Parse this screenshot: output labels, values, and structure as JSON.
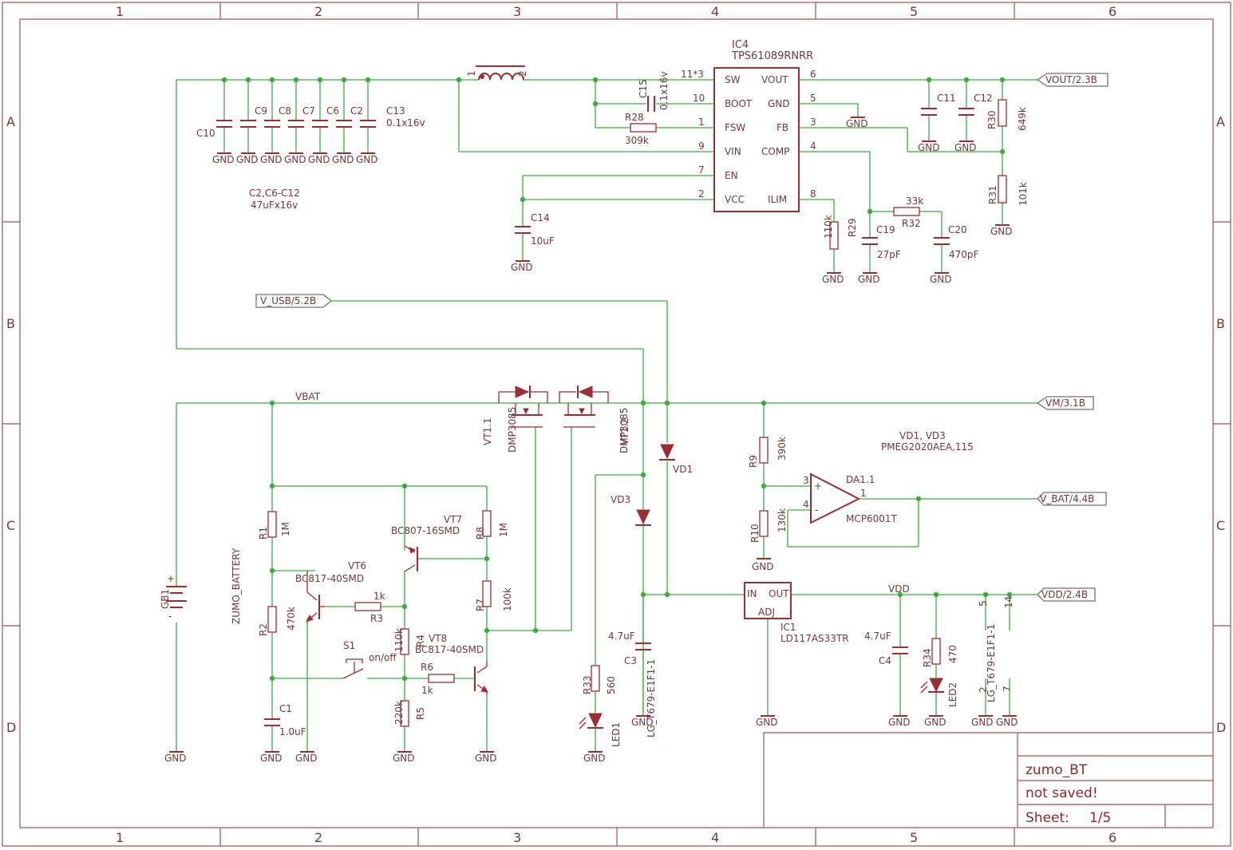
{
  "frame": {
    "columns": [
      "1",
      "2",
      "3",
      "4",
      "5",
      "6"
    ],
    "rows": [
      "A",
      "B",
      "C",
      "D"
    ]
  },
  "title_block": {
    "title": "zumo_BT",
    "status": "not saved!",
    "sheet_label": "Sheet:",
    "sheet_value": "1/5"
  },
  "nets": {
    "vout": "VOUT/2.3B",
    "v_usb": "V_USB/5.2B",
    "vm": "VM/3.1B",
    "v_bat": "V_BAT/4.4B",
    "vdd_port": "VDD/2.4B",
    "vbat": "VBAT",
    "vdd": "VDD",
    "gnd": "GND"
  },
  "ic4": {
    "ref": "IC4",
    "part": "TPS61089RNRR",
    "pins_left": [
      {
        "name": "SW",
        "num": "11*3"
      },
      {
        "name": "BOOT",
        "num": "10"
      },
      {
        "name": "FSW",
        "num": "1"
      },
      {
        "name": "VIN",
        "num": "9"
      },
      {
        "name": "EN",
        "num": "7"
      },
      {
        "name": "VCC",
        "num": "2"
      }
    ],
    "pins_right": [
      {
        "name": "VOUT",
        "num": "6"
      },
      {
        "name": "GND",
        "num": "5"
      },
      {
        "name": "FB",
        "num": "3"
      },
      {
        "name": "COMP",
        "num": "4"
      },
      {
        "name": "ILIM",
        "num": "8"
      }
    ]
  },
  "inductor": {
    "pin1": "1",
    "pin2": "2"
  },
  "input_caps": {
    "refs": [
      "C10",
      "C9",
      "C8",
      "C7",
      "C6",
      "C2",
      "C13"
    ],
    "c13_value": "0.1x16v",
    "group_label": "C2,C6-C12",
    "group_value": "47uFx16v"
  },
  "c15": {
    "ref": "C15",
    "value": "0.1x16v"
  },
  "r28": {
    "ref": "R28",
    "value": "309k"
  },
  "c14": {
    "ref": "C14",
    "value": "10uF"
  },
  "c11": {
    "ref": "C11"
  },
  "c12": {
    "ref": "C12"
  },
  "r30": {
    "ref": "R30",
    "value": "649k"
  },
  "r31": {
    "ref": "R31",
    "value": "101k"
  },
  "r29": {
    "ref": "R29",
    "value": "110k"
  },
  "r32": {
    "ref": "R32",
    "value": "33k"
  },
  "c19": {
    "ref": "C19",
    "value": "27pF"
  },
  "c20": {
    "ref": "C20",
    "value": "470pF"
  },
  "vt1": {
    "ref1": "VT1.1",
    "part1": "DMP3085",
    "ref2": "VT1.2",
    "part2": "DMP3085"
  },
  "vd1": {
    "ref": "VD1"
  },
  "vd3": {
    "ref": "VD3"
  },
  "vd_note": {
    "refs": "VD1, VD3",
    "part": "PMEG2020AEA,115"
  },
  "r9": {
    "ref": "R9",
    "value": "390k"
  },
  "r10": {
    "ref": "R10",
    "value": "130k"
  },
  "da1": {
    "ref": "DA1.1",
    "part": "MCP6001T",
    "pin_plus": "3",
    "pin_minus": "4",
    "pin_out": "1",
    "plus": "+",
    "minus": "-"
  },
  "ic1": {
    "ref": "IC1",
    "part": "LD117AS33TR",
    "in": "IN",
    "out": "OUT",
    "adj": "ADJ"
  },
  "c3": {
    "ref": "C3",
    "value": "4.7uF"
  },
  "c4": {
    "ref": "C4",
    "value": "4.7uF"
  },
  "r33": {
    "ref": "R33",
    "value": "560"
  },
  "led1": {
    "ref": "LED1",
    "part": "LG_T679-E1F1-1"
  },
  "r34": {
    "ref": "R34",
    "value": "470"
  },
  "led2": {
    "ref": "LED2",
    "part": "LG_T679-E1F1-1"
  },
  "pins_right_group": [
    "5",
    "14",
    "2",
    "7"
  ],
  "gb1": {
    "ref": "GB1",
    "part": "ZUMO_BATTERY",
    "plus": "+",
    "minus": "-"
  },
  "r1": {
    "ref": "R1",
    "value": "1M"
  },
  "r2": {
    "ref": "R2",
    "value": "470k"
  },
  "c1": {
    "ref": "C1",
    "value": "1.0uF"
  },
  "vt6": {
    "ref": "VT6",
    "part": "BC817-40SMD"
  },
  "r3": {
    "ref": "R3",
    "value": "1k"
  },
  "vt7": {
    "ref": "VT7",
    "part": "BC807-16SMD"
  },
  "r8": {
    "ref": "R8",
    "value": "1M"
  },
  "r7": {
    "ref": "R7",
    "value": "100k"
  },
  "r4": {
    "ref": "R4",
    "value": "110k"
  },
  "r5": {
    "ref": "R5",
    "value": "220k"
  },
  "r6": {
    "ref": "R6",
    "value": "1k"
  },
  "vt8": {
    "ref": "VT8",
    "part": "BC817-40SMD"
  },
  "s1": {
    "ref": "S1",
    "value": "on/off"
  }
}
